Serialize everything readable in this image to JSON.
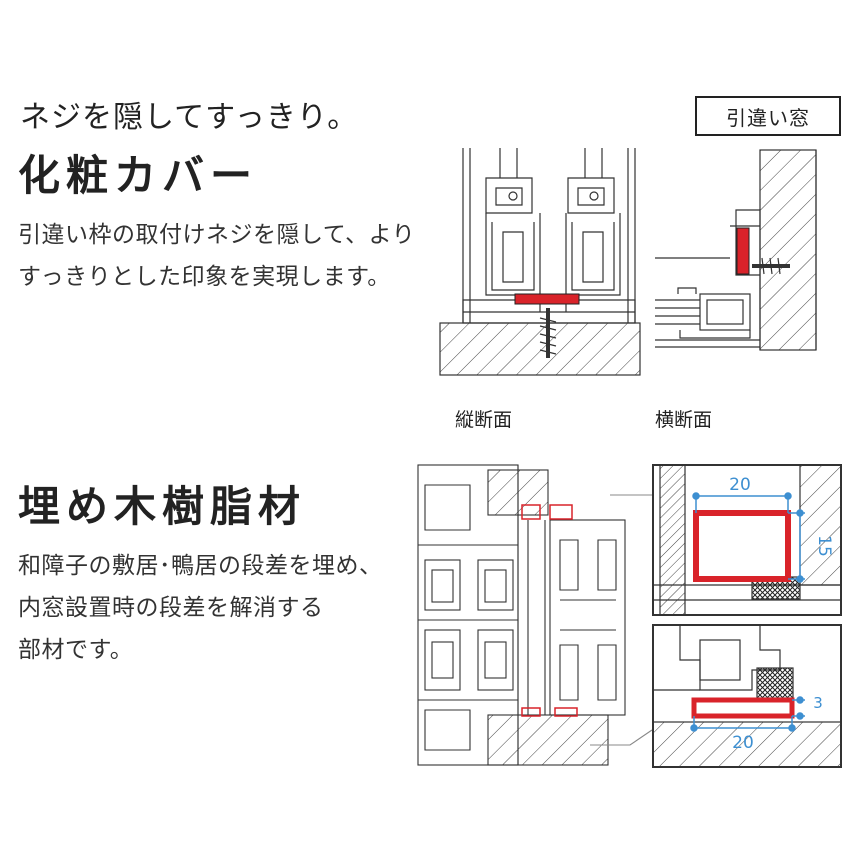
{
  "tagline": "ネジを隠してすっきり。",
  "cover": {
    "heading": "化粧カバー",
    "desc_lines": [
      "引違い枠の取付けネジを隠して、より",
      "すっきりとした印象を実現します。"
    ],
    "badge": "引違い窓",
    "caption_vertical": "縦断面",
    "caption_horizontal": "横断面"
  },
  "filler": {
    "heading": "埋め木樹脂材",
    "desc_lines": [
      "和障子の敷居･鴨居の段差を埋め、",
      "内窓設置時の段差を解消する",
      "部材です。"
    ],
    "dim_top_width": "20",
    "dim_top_height": "15",
    "dim_bottom_width": "20",
    "dim_bottom_height": "3"
  },
  "colors": {
    "highlight": "#d9232a",
    "dimension": "#3d8fd1",
    "line": "#333333"
  }
}
